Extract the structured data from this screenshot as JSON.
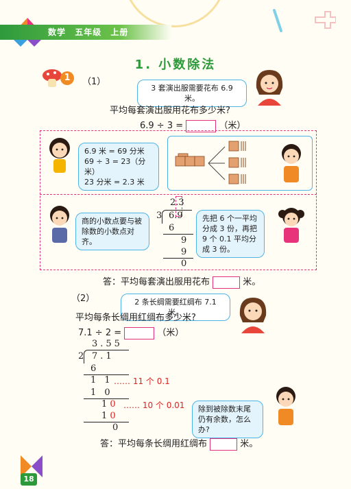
{
  "header": {
    "subject": "数学",
    "grade": "五年级",
    "volume": "上册"
  },
  "title": "1. 小数除法",
  "example_number": "1",
  "part1": {
    "label": "（1）",
    "bubble": "3 套演出服需要花布 6.9 米。",
    "question": "平均每套演出服用花布多少米?",
    "equation": "6.9 ÷ 3 =",
    "unit": "（米）",
    "left_bubble_lines": [
      "6.9 米 = 69 分米",
      "69 ÷ 3 = 23（分米）",
      "23 分米 = 2.3 米"
    ],
    "div_hint": "商的小数点要与被除数的小数点对齐。",
    "div_right_hint": "先把 6 个一平均分成 3 份，再把 9 个 0.1 平均分成 3 份。",
    "long_division": {
      "quotient": "2.3",
      "divisor": "3",
      "dividend": "6.9",
      "steps": [
        "6",
        "9",
        "9",
        "0"
      ]
    },
    "answer": "答：平均每套演出服用花布",
    "answer_unit": "米。"
  },
  "part2": {
    "label": "（2）",
    "bubble": "2 条长绸需要红绸布 7.1 米。",
    "question": "平均每条长绸用红绸布多少米?",
    "equation": "7.1 ÷ 2 =",
    "unit": "（米）",
    "long_division": {
      "quotient": "3.55",
      "divisor": "2",
      "dividend": "7.1",
      "rows": [
        "6",
        "1 1",
        "1 0",
        "1 0",
        "1 0",
        "0"
      ]
    },
    "note1": "…… 11 个 0.1",
    "note2": "…… 10 个 0.01",
    "red_zero": "0",
    "hint": "除到被除数末尾仍有余数，怎么办?",
    "answer": "答：平均每条长绸用红绸布",
    "answer_unit": "米。"
  },
  "page_number": "18",
  "colors": {
    "green": "#2c9a3a",
    "pink": "#e0307a",
    "blue": "#4db3e6",
    "red": "#e02020"
  }
}
